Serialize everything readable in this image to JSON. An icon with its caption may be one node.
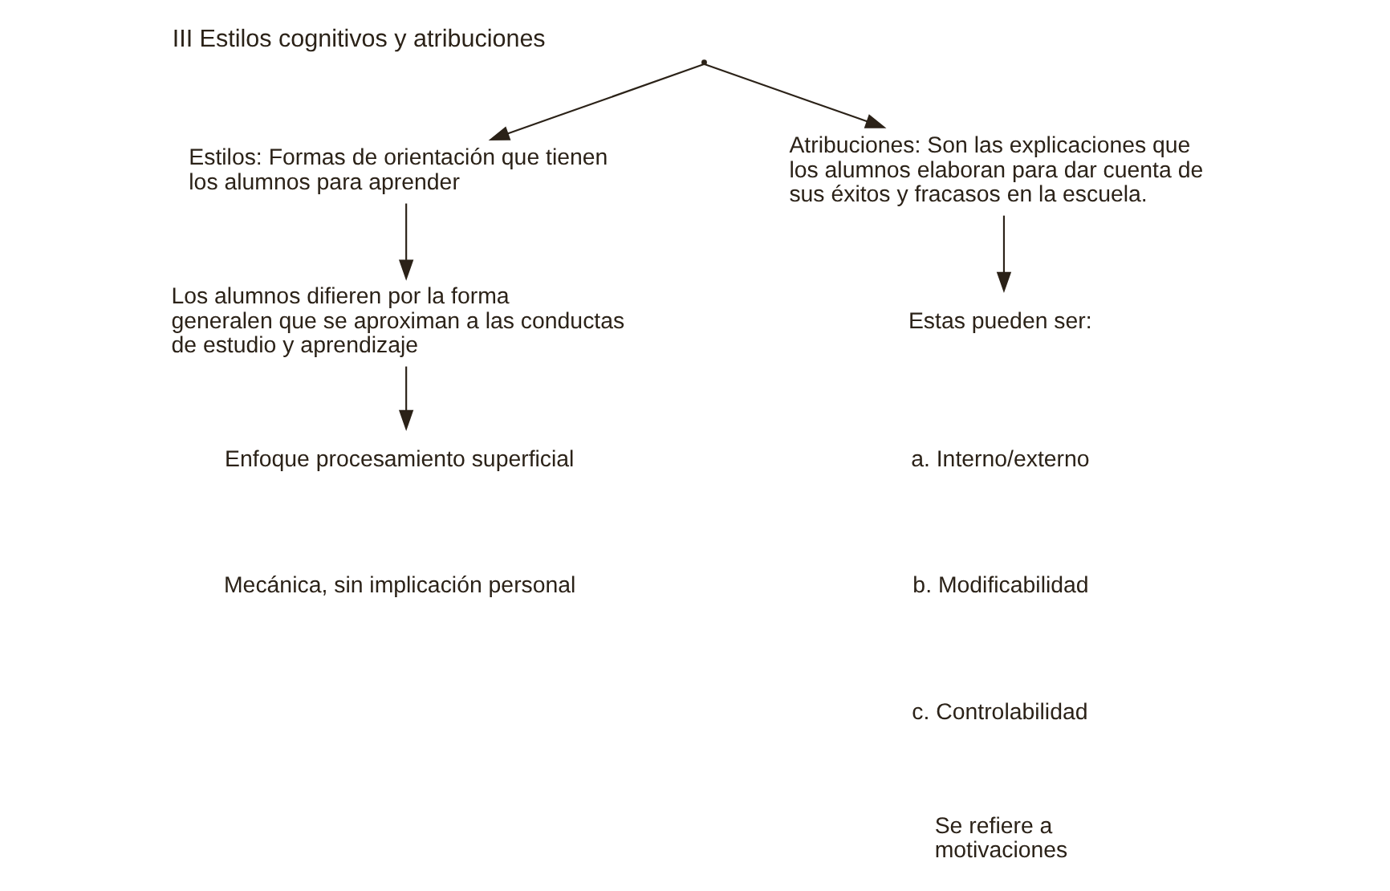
{
  "diagram": {
    "title": "III Estilos cognitivos y atribuciones",
    "nodes": [
      {
        "text": [],
        "shape": "point"
      },
      {
        "text": [
          "Estilos: Formas de orientación que tienen los alumnos para aprender"
        ]
      },
      {
        "text": [
          "Atribuciones: Son las explicaciones que los alumnos elaboran para dar cuenta de sus éxitos y fracasos en la escuela."
        ]
      },
      {
        "text": [
          "Los alumnos difieren por la forma generalen que se aproximan a las conductas de estudio y aprendizaje"
        ]
      },
      {
        "text": [
          "Enfoque procesamiento superficial"
        ]
      },
      {
        "text": [
          "Estas pueden ser:"
        ]
      }
    ],
    "edges": [
      {
        "from": 0,
        "to": 1,
        "arrow": "to"
      },
      {
        "from": 0,
        "to": 2,
        "arrow": "to"
      },
      {
        "from": 1,
        "to": 3,
        "arrow": "to"
      },
      {
        "from": 3,
        "to": 4,
        "arrow": "to"
      },
      {
        "from": 2,
        "to": 5,
        "arrow": "to"
      }
    ],
    "labels": [
      "Mecánica, sin implicación personal",
      "a. Interno/externo",
      "b. Modificabilidad",
      "c. Controlabilidad",
      "Se refiere a motivaciones"
    ]
  }
}
